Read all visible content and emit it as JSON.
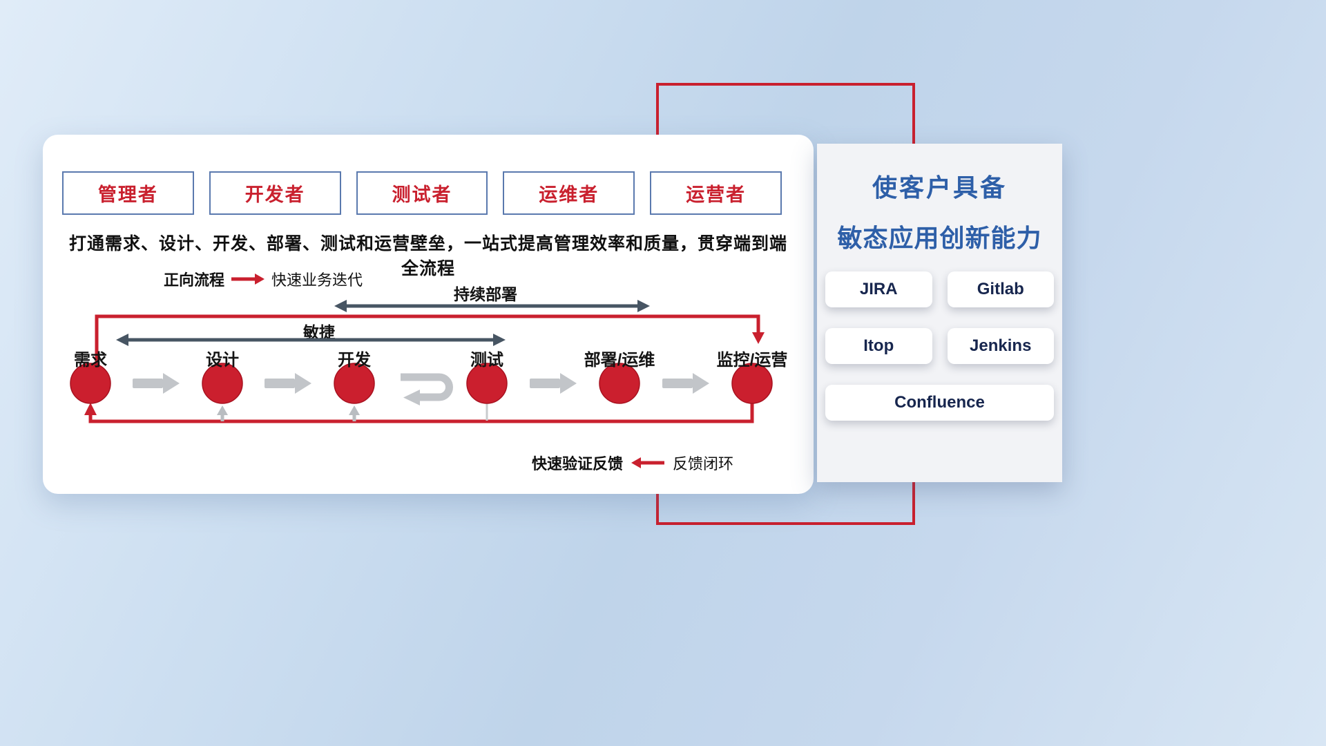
{
  "roles": [
    {
      "label": "管理者"
    },
    {
      "label": "开发者"
    },
    {
      "label": "测试者"
    },
    {
      "label": "运维者"
    },
    {
      "label": "运营者"
    }
  ],
  "description": "打通需求、设计、开发、部署、测试和运营壁垒，一站式提高管理效率和质量，贯穿端到端全流程",
  "forward_legend": {
    "label": "正向流程",
    "value": "快速业务迭代"
  },
  "feedback_legend": {
    "label": "快速验证反馈",
    "value": "反馈闭环"
  },
  "flow": {
    "continuous_deploy_label": "持续部署",
    "agile_label": "敏捷",
    "stages": [
      {
        "label": "需求"
      },
      {
        "label": "设计"
      },
      {
        "label": "开发"
      },
      {
        "label": "测试"
      },
      {
        "label": "部署/运维"
      },
      {
        "label": "监控/运营"
      }
    ]
  },
  "right_panel": {
    "title_line1": "使客户具备",
    "title_line2": "敏态应用创新能力",
    "tools": [
      {
        "label": "JIRA"
      },
      {
        "label": "Gitlab"
      },
      {
        "label": "Itop"
      },
      {
        "label": "Jenkins"
      },
      {
        "label": "Confluence"
      }
    ]
  },
  "colors": {
    "accent_red": "#c9202e",
    "title_blue": "#2e5fa8",
    "dark_arrow": "#475563",
    "gray_arrow": "#c2c5c9"
  }
}
